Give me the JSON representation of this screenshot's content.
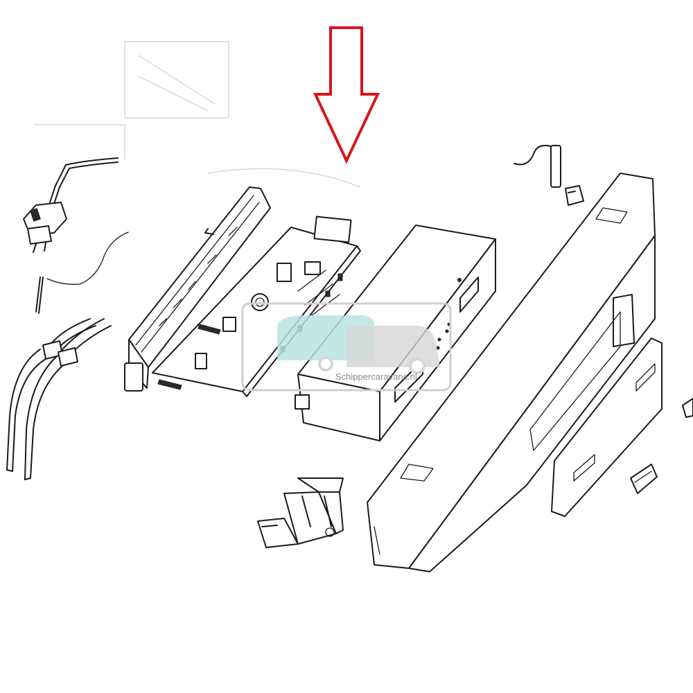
{
  "diagram": {
    "parts": [
      {
        "id": "power-plug"
      },
      {
        "id": "temperature-sensor"
      },
      {
        "id": "gas-tubes"
      },
      {
        "id": "front-panel-frame"
      },
      {
        "id": "control-circuit-board",
        "highlighted": true
      },
      {
        "id": "electronics-housing"
      },
      {
        "id": "mounting-bracket"
      },
      {
        "id": "outer-cover"
      },
      {
        "id": "cover-inner-panel"
      },
      {
        "id": "probe-sensor"
      },
      {
        "id": "small-clip"
      },
      {
        "id": "small-plug"
      }
    ],
    "indicator": {
      "shape": "down-arrow",
      "color": "#d9141b",
      "target": "control-circuit-board"
    }
  },
  "watermark": {
    "text": "Schippercaravans.nl",
    "colors": {
      "caravan": "#b8e3e0",
      "vehicle": "#d6d6d6",
      "frame": "#cfcfcf"
    }
  }
}
